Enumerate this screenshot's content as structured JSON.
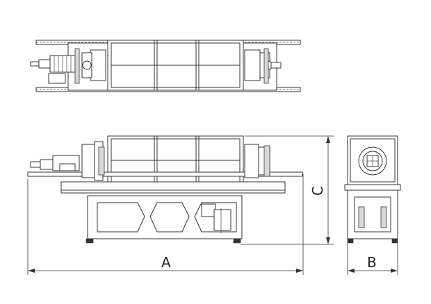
{
  "dimensions": {
    "length_label": "A",
    "width_label": "B",
    "height_label": "C"
  }
}
